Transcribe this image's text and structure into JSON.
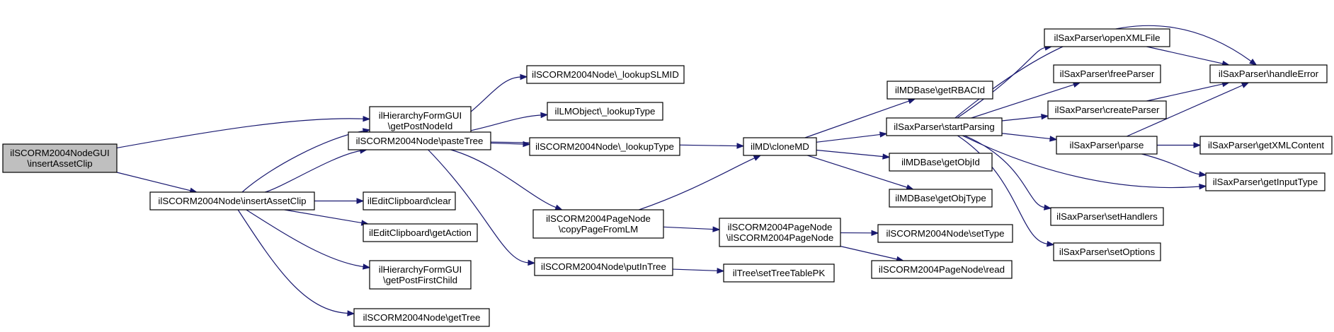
{
  "graph": {
    "nodes": [
      {
        "id": "root",
        "lines": [
          "ilSCORM2004NodeGUI",
          "\\insertAssetClip"
        ],
        "highlight": true
      },
      {
        "id": "ins",
        "lines": [
          "ilSCORM2004Node\\insertAssetClip"
        ]
      },
      {
        "id": "hpn",
        "lines": [
          "ilHierarchyFormGUI",
          "\\getPostNodeId"
        ]
      },
      {
        "id": "paste",
        "lines": [
          "ilSCORM2004Node\\pasteTree"
        ]
      },
      {
        "id": "clear",
        "lines": [
          "ilEditClipboard\\clear"
        ]
      },
      {
        "id": "getAction",
        "lines": [
          "ilEditClipboard\\getAction"
        ]
      },
      {
        "id": "hpfc",
        "lines": [
          "ilHierarchyFormGUI",
          "\\getPostFirstChild"
        ]
      },
      {
        "id": "getTree",
        "lines": [
          "ilSCORM2004Node\\getTree"
        ]
      },
      {
        "id": "lookupSLMID",
        "lines": [
          "ilSCORM2004Node\\_lookupSLMID"
        ]
      },
      {
        "id": "lmLookupType",
        "lines": [
          "ilLMObject\\_lookupType"
        ]
      },
      {
        "id": "scLookupType",
        "lines": [
          "ilSCORM2004Node\\_lookupType"
        ]
      },
      {
        "id": "copyPage",
        "lines": [
          "ilSCORM2004PageNode",
          "\\copyPageFromLM"
        ]
      },
      {
        "id": "putInTree",
        "lines": [
          "ilSCORM2004Node\\putInTree"
        ]
      },
      {
        "id": "cloneMD",
        "lines": [
          "ilMD\\cloneMD"
        ]
      },
      {
        "id": "pageCtor",
        "lines": [
          "ilSCORM2004PageNode",
          "\\ilSCORM2004PageNode"
        ]
      },
      {
        "id": "setTreeTablePK",
        "lines": [
          "ilTree\\setTreeTablePK"
        ]
      },
      {
        "id": "getRBACId",
        "lines": [
          "ilMDBase\\getRBACId"
        ]
      },
      {
        "id": "startParsing",
        "lines": [
          "ilSaxParser\\startParsing"
        ]
      },
      {
        "id": "getObjId",
        "lines": [
          "ilMDBase\\getObjId"
        ]
      },
      {
        "id": "getObjType",
        "lines": [
          "ilMDBase\\getObjType"
        ]
      },
      {
        "id": "setType",
        "lines": [
          "ilSCORM2004Node\\setType"
        ]
      },
      {
        "id": "pageRead",
        "lines": [
          "ilSCORM2004PageNode\\read"
        ]
      },
      {
        "id": "openXMLFile",
        "lines": [
          "ilSaxParser\\openXMLFile"
        ]
      },
      {
        "id": "freeParser",
        "lines": [
          "ilSaxParser\\freeParser"
        ]
      },
      {
        "id": "createParser",
        "lines": [
          "ilSaxParser\\createParser"
        ]
      },
      {
        "id": "parse",
        "lines": [
          "ilSaxParser\\parse"
        ]
      },
      {
        "id": "setHandlers",
        "lines": [
          "ilSaxParser\\setHandlers"
        ]
      },
      {
        "id": "setOptions",
        "lines": [
          "ilSaxParser\\setOptions"
        ]
      },
      {
        "id": "handleError",
        "lines": [
          "ilSaxParser\\handleError"
        ]
      },
      {
        "id": "getXMLContent",
        "lines": [
          "ilSaxParser\\getXMLContent"
        ]
      },
      {
        "id": "getInputType",
        "lines": [
          "ilSaxParser\\getInputType"
        ]
      }
    ],
    "edges": [
      [
        "root",
        "hpn"
      ],
      [
        "root",
        "ins"
      ],
      [
        "ins",
        "hpn"
      ],
      [
        "ins",
        "paste"
      ],
      [
        "ins",
        "clear"
      ],
      [
        "ins",
        "getAction"
      ],
      [
        "ins",
        "hpfc"
      ],
      [
        "ins",
        "getTree"
      ],
      [
        "paste",
        "lookupSLMID"
      ],
      [
        "paste",
        "lmLookupType"
      ],
      [
        "paste",
        "scLookupType"
      ],
      [
        "paste",
        "cloneMD"
      ],
      [
        "paste",
        "copyPage"
      ],
      [
        "paste",
        "putInTree"
      ],
      [
        "copyPage",
        "cloneMD"
      ],
      [
        "copyPage",
        "pageCtor"
      ],
      [
        "putInTree",
        "setTreeTablePK"
      ],
      [
        "cloneMD",
        "getRBACId"
      ],
      [
        "cloneMD",
        "startParsing"
      ],
      [
        "cloneMD",
        "getObjId"
      ],
      [
        "cloneMD",
        "getObjType"
      ],
      [
        "pageCtor",
        "setType"
      ],
      [
        "pageCtor",
        "pageRead"
      ],
      [
        "startParsing",
        "handleError"
      ],
      [
        "startParsing",
        "openXMLFile"
      ],
      [
        "startParsing",
        "freeParser"
      ],
      [
        "startParsing",
        "createParser"
      ],
      [
        "startParsing",
        "parse"
      ],
      [
        "startParsing",
        "getInputType"
      ],
      [
        "startParsing",
        "setHandlers"
      ],
      [
        "startParsing",
        "setOptions"
      ],
      [
        "openXMLFile",
        "handleError"
      ],
      [
        "createParser",
        "handleError"
      ],
      [
        "parse",
        "handleError"
      ],
      [
        "parse",
        "getXMLContent"
      ],
      [
        "parse",
        "getInputType"
      ]
    ]
  }
}
